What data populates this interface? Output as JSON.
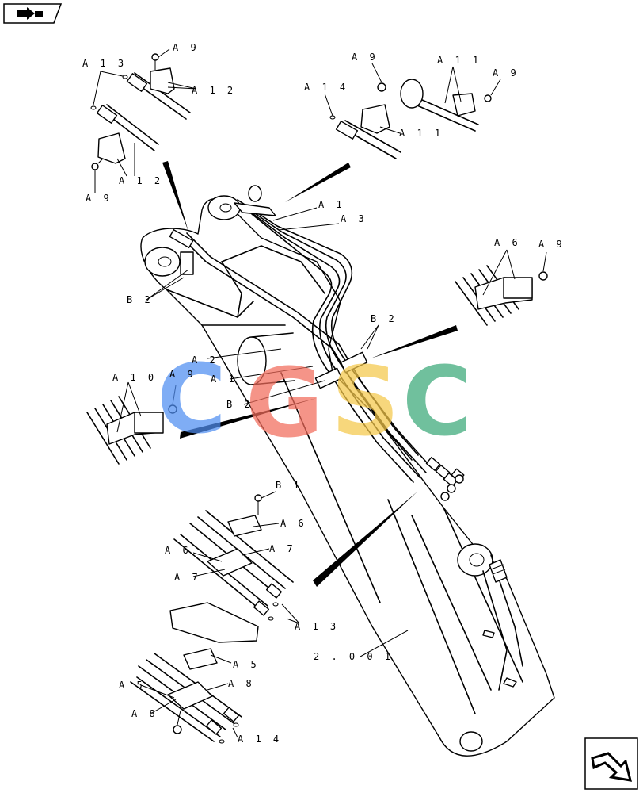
{
  "labels": {
    "A13_top": "A 1 3",
    "A9_top_left": "A 9",
    "A12_top": "A 1 2",
    "A12_bottom": "A 1 2",
    "A9_left_bolt": "A 9",
    "A9_top_center": "A 9",
    "A14_top": "A 1 4",
    "A11_top": "A 1 1",
    "A11_mid": "A 1 1",
    "A9_top_right": "A 9",
    "A1_top": "A 1",
    "A3": "A 3",
    "A6_right": "A 6",
    "A9_right": "A 9",
    "B2_left": "B 2",
    "B2_center": "B 2",
    "B2_lower": "B 2",
    "A2": "A 2",
    "A1_lower": "A 1",
    "A10": "A 1 0",
    "A9_left_clamp": "A 9",
    "B1": "B 1",
    "A6_bottom_right": "A 6",
    "A6_bottom_left": "A 6",
    "A7_right": "A 7",
    "A7_left": "A 7",
    "A13_bottom": "A 1 3",
    "A5_right": "A 5",
    "A5_left": "A 5",
    "A8_right": "A 8",
    "A8_left": "A 8",
    "A14_bottom": "A 1 4",
    "ref_code": "2 . 0 0 1"
  },
  "watermark": {
    "letters": [
      "C",
      "G",
      "S",
      "C"
    ],
    "colors": [
      "#4f8ef2",
      "#f26b5b",
      "#f5c84a",
      "#3aa878"
    ]
  },
  "icons": {
    "top_left": "previous-page-icon",
    "bottom_right": "next-page-icon"
  }
}
